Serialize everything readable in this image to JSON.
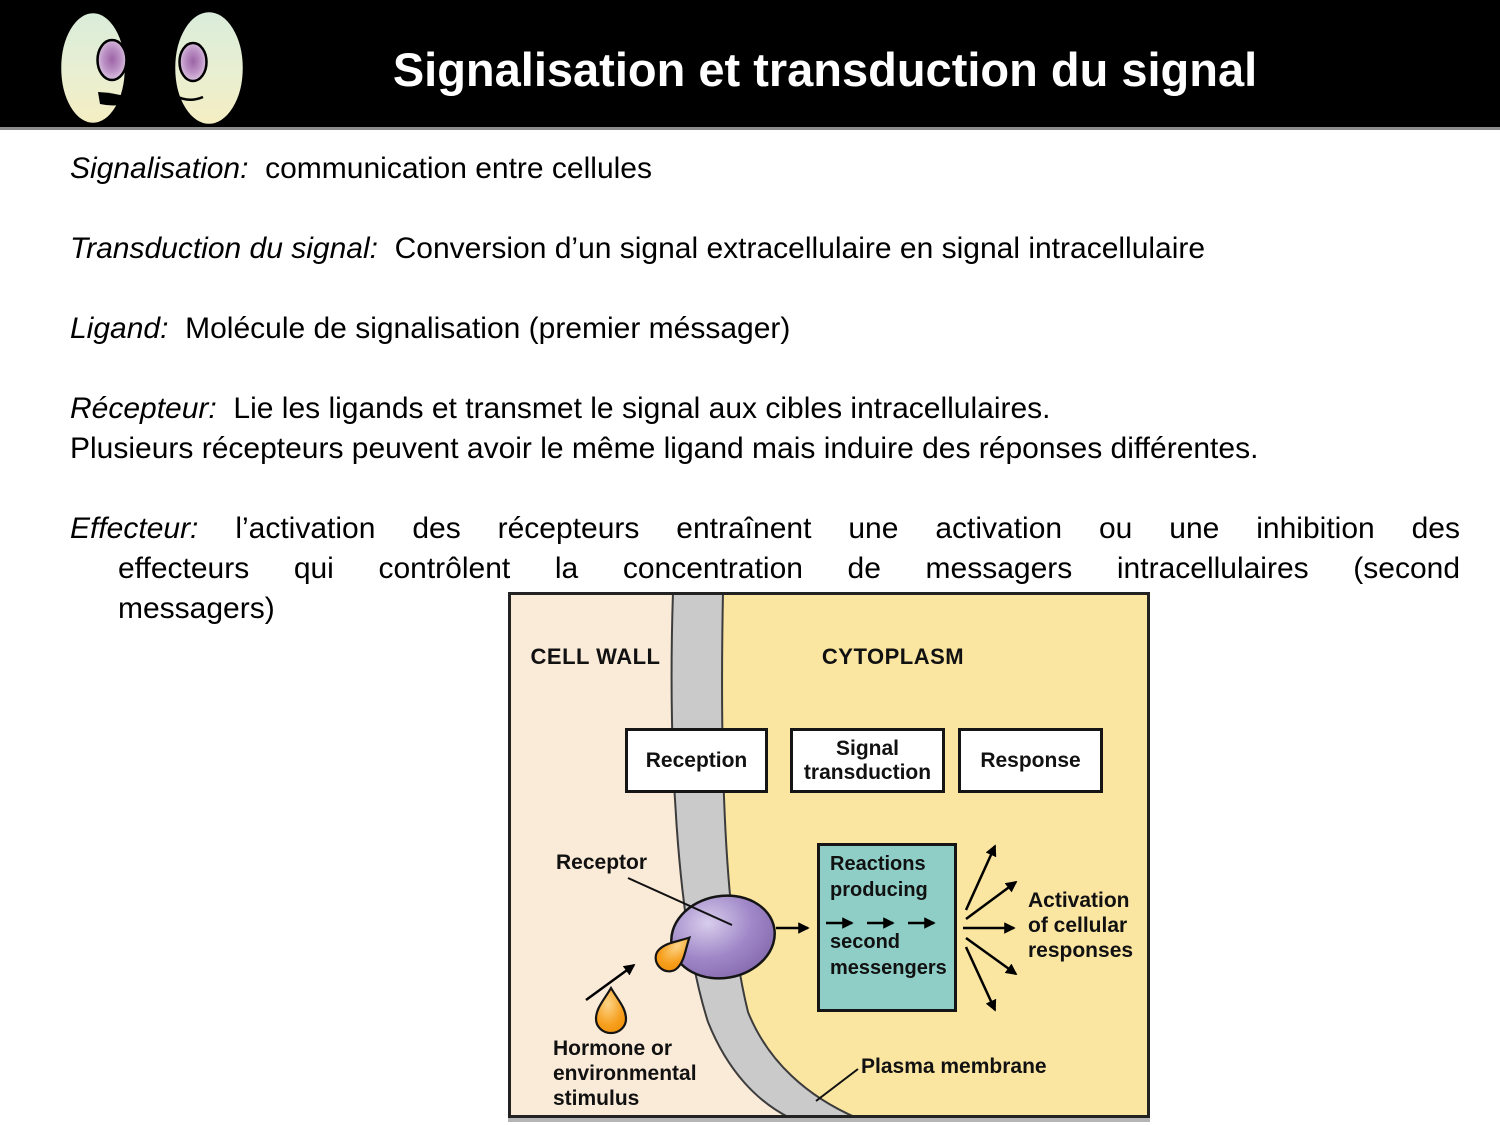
{
  "slide": {
    "title": "Signalisation et transduction du signal"
  },
  "definitions": [
    {
      "term": "Signalisation:",
      "text": "  communication entre cellules"
    },
    {
      "term": "Transduction du signal:",
      "text": "  Conversion d’un signal extracellulaire en signal intracellulaire"
    },
    {
      "term": "Ligand:",
      "text": "  Molécule de signalisation (premier méssager)"
    },
    {
      "term": "Récepteur:",
      "text": "  Lie les ligands et transmet le signal aux cibles intracellulaires.",
      "text2": "Plusieurs récepteurs peuvent avoir le même ligand mais induire des réponses différentes."
    },
    {
      "term": "Effecteur:",
      "line1": " l’activation des récepteurs entraînent une activation ou une inhibition des",
      "line2": "effecteurs qui contrôlent la concentration de messagers intracellulaires (second",
      "line3": "messagers)"
    }
  ],
  "diagram": {
    "cell_wall_label": "CELL WALL",
    "cytoplasm_label": "CYTOPLASM",
    "stages": [
      {
        "label": "Reception"
      },
      {
        "label": "Signal transduction"
      },
      {
        "label": "Response"
      }
    ],
    "receptor_label": "Receptor",
    "reactions_box": {
      "line1": "Reactions",
      "line2": "producing",
      "line3": "second",
      "line4": "messengers"
    },
    "activation_label": {
      "line1": "Activation",
      "line2": "of cellular",
      "line3": "responses"
    },
    "hormone_label": {
      "line1": "Hormone or",
      "line2": "environmental",
      "line3": "stimulus"
    },
    "plasma_membrane_label": "Plasma membrane",
    "colors": {
      "cell_wall": "#faebd9",
      "cytoplasm": "#fae5a1",
      "membrane": "#c9cac9",
      "reactions_box": "#8fcec6",
      "receptor_purple": "#9b82c4",
      "ligand_orange": "#f6a01e"
    }
  }
}
